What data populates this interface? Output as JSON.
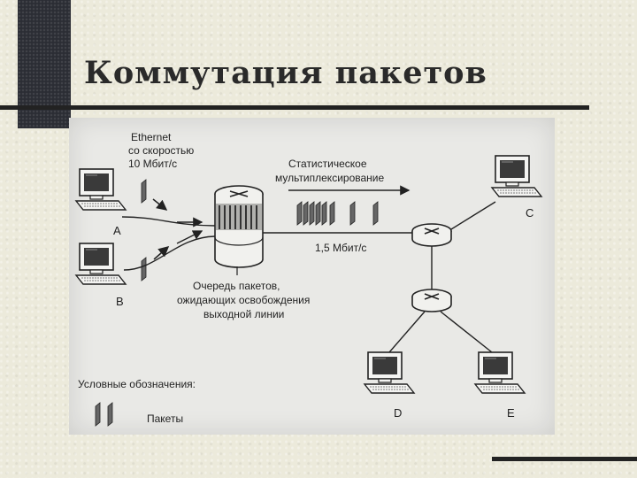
{
  "slide": {
    "title": "Коммутация пакетов"
  },
  "diagram": {
    "ethernet_label": [
      "Ethernet",
      "со скоростью",
      "10 Мбит/с"
    ],
    "stat_mux_label": [
      "Статистическое",
      "мультиплексирование"
    ],
    "link_speed_label": "1,5 Мбит/с",
    "queue_label": [
      "Очередь пакетов,",
      "ожидающих освобождения",
      "выходной линии"
    ],
    "nodes": {
      "a": "A",
      "b": "B",
      "c": "C",
      "d": "D",
      "e": "E"
    },
    "legend": {
      "title": "Условные обозначения:",
      "packets_label": "Пакеты"
    }
  }
}
